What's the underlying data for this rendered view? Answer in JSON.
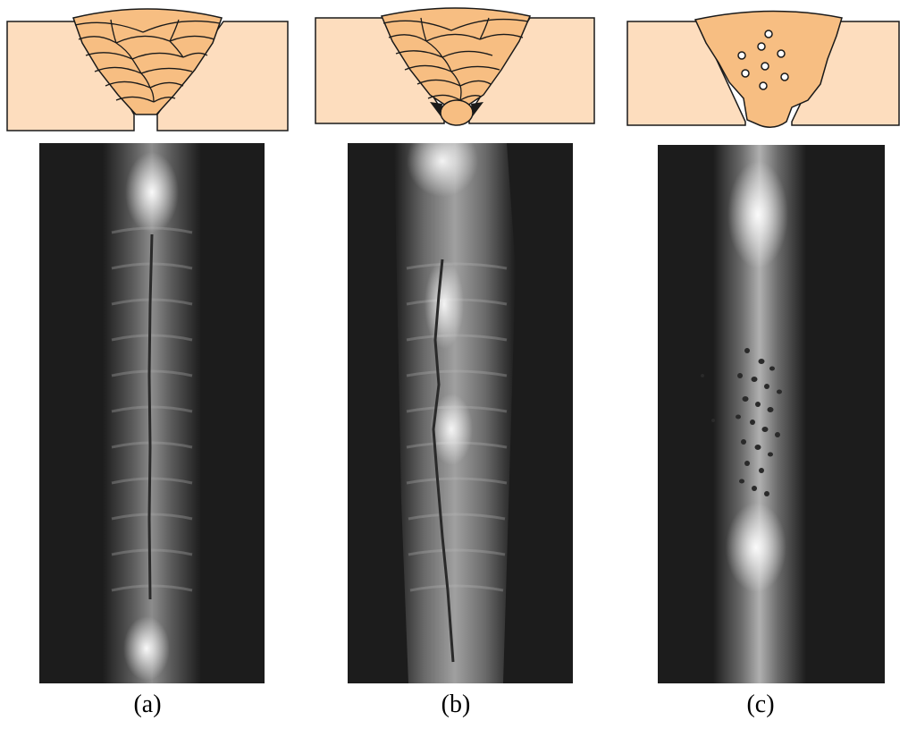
{
  "figure": {
    "panels": [
      {
        "id": "a",
        "label": "(a)",
        "cross_section": "lack-of-fusion-root-gap",
        "radiograph": "centerline-dark-line"
      },
      {
        "id": "b",
        "label": "(b)",
        "cross_section": "slag-inclusions-at-root",
        "radiograph": "wavy-dark-line"
      },
      {
        "id": "c",
        "label": "(c)",
        "cross_section": "porosity",
        "radiograph": "dark-dot-cluster"
      }
    ],
    "colors": {
      "weld_bead": "#F7BE82",
      "base_metal": "#FDDDBE",
      "outline": "#1a1a1a",
      "radiograph_background": "#1c1c1c",
      "inclusion": "#1a1a1a",
      "pore": "#ffffff"
    }
  }
}
